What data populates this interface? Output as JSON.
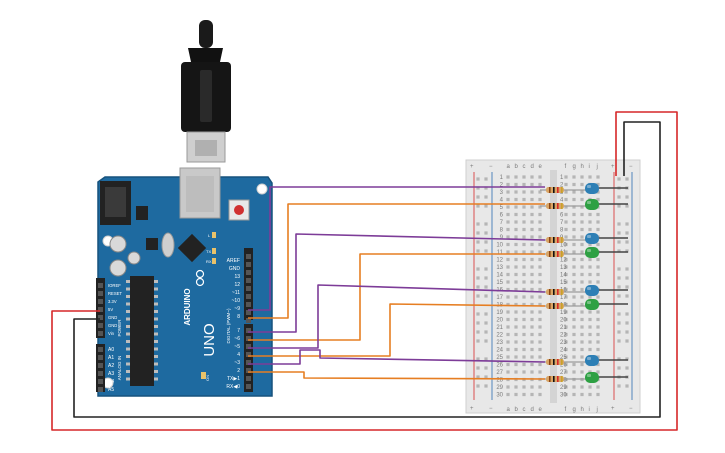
{
  "arduino": {
    "logo": "ARDUINO",
    "model": "UNO",
    "digital_header": "DIGITAL (PWM~)",
    "power_header": "POWER",
    "analog_header": "ANALOG IN",
    "led_on": "ON",
    "led_tx": "TX",
    "led_rx": "RX",
    "led_l": "L",
    "pin_aref": "AREF",
    "pin_gnd": "GND",
    "pin_13": "13",
    "pin_12": "12",
    "pin_11": "~11",
    "pin_10": "~10",
    "pin_9": "~9",
    "pin_8": "8",
    "pin_7": "7",
    "pin_6": "~6",
    "pin_5": "~5",
    "pin_4": "4",
    "pin_3": "~3",
    "pin_2": "2",
    "pin_tx": "TX▶1",
    "pin_rx": "RX◀0",
    "pwr_ioref": "IOREF",
    "pwr_reset": "RESET",
    "pwr_3v3": "3.3V",
    "pwr_5v": "5V",
    "pwr_gnd1": "GND",
    "pwr_gnd2": "GND",
    "pwr_vin": "Vin",
    "an_a0": "A0",
    "an_a1": "A1",
    "an_a2": "A2",
    "an_a3": "A3",
    "an_a4": "A4",
    "an_a5": "A5"
  },
  "breadboard": {
    "col_left": [
      "a",
      "b",
      "c",
      "d",
      "e"
    ],
    "col_right": [
      "f",
      "g",
      "h",
      "i",
      "j"
    ],
    "row_numbers": [
      "1",
      "2",
      "3",
      "4",
      "5",
      "6",
      "7",
      "8",
      "9",
      "10",
      "11",
      "12",
      "13",
      "14",
      "15",
      "16",
      "17",
      "18",
      "19",
      "20",
      "21",
      "22",
      "23",
      "24",
      "25",
      "26",
      "27",
      "28",
      "29",
      "30"
    ],
    "rail_plus": "+",
    "rail_minus": "−"
  },
  "colors": {
    "board": "#1e6aa0",
    "board_dark": "#17527d",
    "wire_purple": "#7d3c98",
    "wire_orange": "#e67e22",
    "wire_red": "#d62728",
    "wire_black": "#222222",
    "led_blue": "#2d7fb5",
    "led_green": "#2ea043",
    "resistor": "#d9a566",
    "breadboard": "#e6e6e6"
  },
  "components": {
    "leds": [
      {
        "color": "blue"
      },
      {
        "color": "green"
      },
      {
        "color": "blue"
      },
      {
        "color": "green"
      },
      {
        "color": "blue"
      },
      {
        "color": "green"
      },
      {
        "color": "blue"
      },
      {
        "color": "green"
      }
    ],
    "resistor_count": 8
  }
}
